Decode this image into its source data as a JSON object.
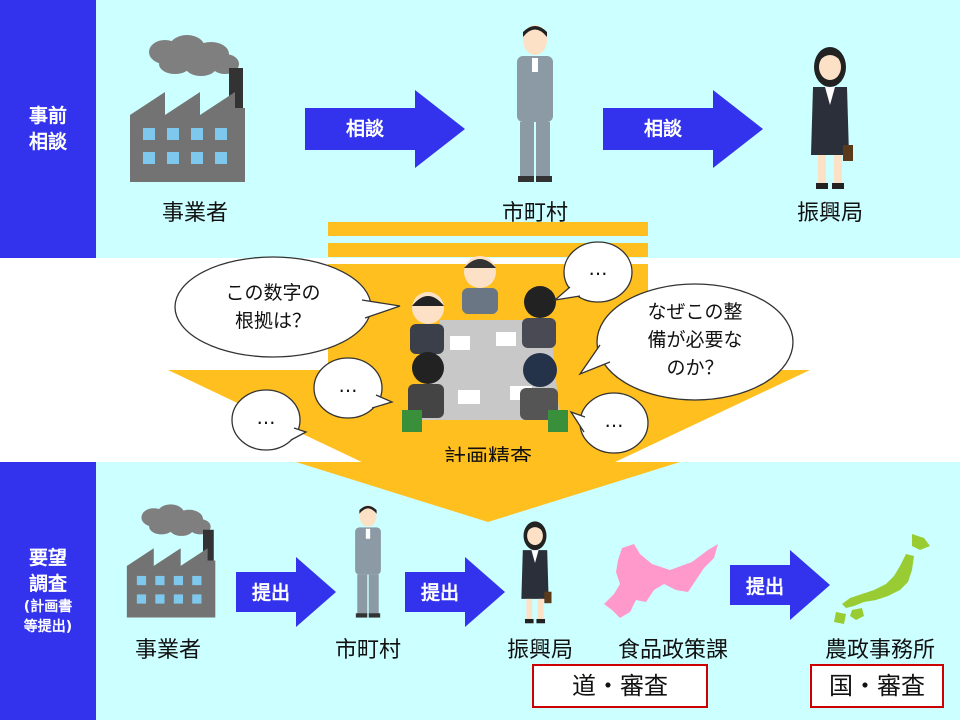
{
  "top": {
    "side_label_1": "事前",
    "side_label_2": "相談",
    "actors": [
      "事業者",
      "市町村",
      "振興局"
    ],
    "arrow_labels": [
      "相談",
      "相談"
    ]
  },
  "middle": {
    "meeting_label": "計画精査",
    "bubble_left": [
      "この数字の",
      "根拠は？"
    ],
    "bubble_right": [
      "なぜこの整",
      "備が必要な",
      "のか？"
    ],
    "ellipsis": "…"
  },
  "bottom": {
    "side_label_1": "要望",
    "side_label_2": "調査",
    "side_label_3": "(計画書",
    "side_label_4": "等提出)",
    "actors": [
      "事業者",
      "市町村",
      "振興局",
      "食品政策課",
      "農政事務所"
    ],
    "arrow_labels": [
      "提出",
      "提出",
      "提出"
    ],
    "review_do": "道・審査",
    "review_kuni": "国・審査"
  },
  "colors": {
    "side_blue": "#3333ee",
    "band_cyan": "#ccffff",
    "arrow_blue": "#3333ee",
    "funnel_gold": "#ffbf1f",
    "hokkaido_pink": "#ff99cc",
    "japan_green": "#99cc33",
    "review_border": "#cc0000"
  },
  "icons": [
    "factory-icon",
    "male-official-icon",
    "female-official-icon",
    "meeting-icon",
    "hokkaido-map-icon",
    "japan-map-icon"
  ]
}
